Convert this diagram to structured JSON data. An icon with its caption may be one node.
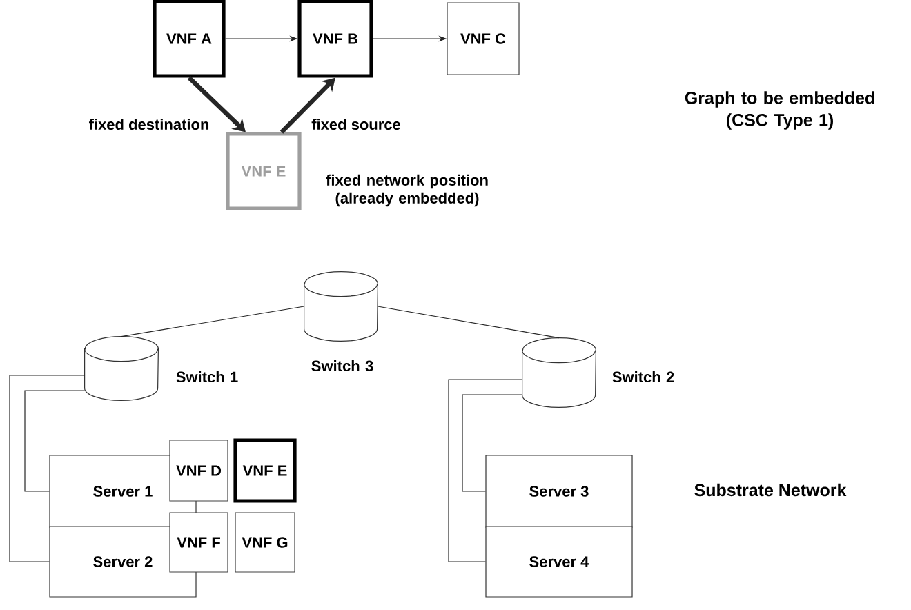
{
  "diagram": {
    "title": "Graph to be embedded (CSC Type 1)",
    "nodes": [
      {
        "text": [
          "VNF A"
        ]
      },
      {
        "text": [
          "VNF B"
        ]
      },
      {
        "text": [
          "VNF C"
        ]
      },
      {
        "text": [
          "VNF E"
        ],
        "beside": [
          "fixed network position (already embedded)"
        ]
      },
      {
        "text": [],
        "shape": "cylinder",
        "beside": [
          "Switch 3"
        ]
      },
      {
        "text": [],
        "shape": "cylinder",
        "beside": [
          "Switch 1"
        ]
      },
      {
        "text": [],
        "shape": "cylinder",
        "beside": [
          "Switch 2"
        ]
      },
      {
        "text": [
          "Server 1"
        ]
      },
      {
        "text": [
          "VNF D"
        ]
      },
      {
        "text": [
          "VNF E"
        ]
      },
      {
        "text": [
          "Server 2"
        ]
      },
      {
        "text": [
          "VNF F"
        ]
      },
      {
        "text": [
          "VNF G"
        ]
      },
      {
        "text": [
          "Server 3"
        ]
      },
      {
        "text": [
          "Server 4"
        ]
      }
    ],
    "edges": [
      {
        "from": 0,
        "to": 1,
        "arrow": "to"
      },
      {
        "from": 1,
        "to": 2,
        "arrow": "to"
      },
      {
        "from": 0,
        "to": 3,
        "arrow": "to",
        "style": "thick",
        "label": "fixed destination"
      },
      {
        "from": 3,
        "to": 1,
        "arrow": "to",
        "style": "thick",
        "label": "fixed source"
      },
      {
        "from": 4,
        "to": 5,
        "arrow": "none"
      },
      {
        "from": 4,
        "to": 6,
        "arrow": "none"
      },
      {
        "from": 5,
        "to": 7,
        "arrow": "none"
      },
      {
        "from": 5,
        "to": 10,
        "arrow": "none"
      },
      {
        "from": 6,
        "to": 13,
        "arrow": "none"
      },
      {
        "from": 6,
        "to": 14,
        "arrow": "none"
      }
    ],
    "labels": [
      "Substrate Network"
    ]
  }
}
